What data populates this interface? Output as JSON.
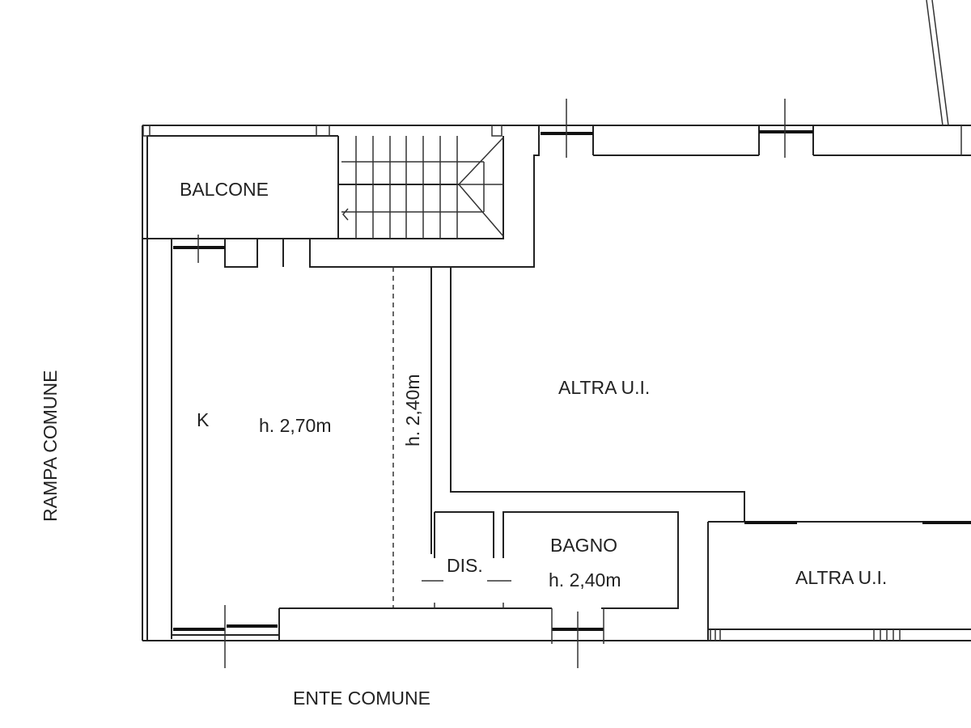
{
  "plan": {
    "rooms": {
      "balcone": "BALCONE",
      "altra_ui_upper": "ALTRA U.I.",
      "kitchen": "K",
      "kitchen_height": "h. 2,70m",
      "corridor_height": "h. 2,40m",
      "dis": "DIS.",
      "bagno": "BAGNO",
      "bagno_height": "h. 2,40m",
      "altra_ui_lower": "ALTRA U.I."
    },
    "surroundings": {
      "left": "RAMPA COMUNE",
      "bottom": "ENTE COMUNE"
    }
  }
}
